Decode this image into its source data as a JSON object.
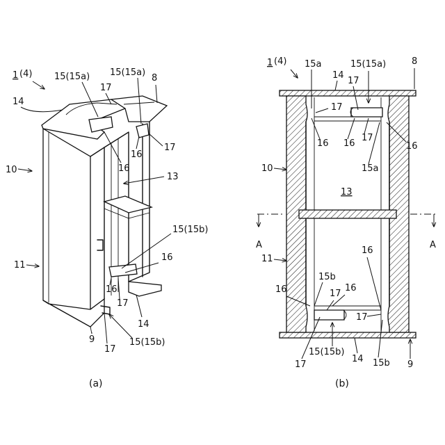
{
  "fig_a": {
    "caption": "(a)",
    "ref_main": "1",
    "ref_main_paren": "(4)",
    "labels": {
      "l15a_left": "15(15a)",
      "l15a_right": "15(15a)",
      "l8": "8",
      "l17_top": "17",
      "l14": "14",
      "l16_a": "16",
      "l17_b": "17",
      "l16_b": "16",
      "l10": "10",
      "l13": "13",
      "l15b": "15(15b)",
      "l16_c": "16",
      "l11": "11",
      "l16_d": "16",
      "l17_c": "17",
      "l14_b": "14",
      "l9": "9",
      "l17_d": "17",
      "l15b_b": "15(15b)"
    }
  },
  "fig_b": {
    "caption": "(b)",
    "ref_main": "1",
    "ref_main_paren": "(4)",
    "labels": {
      "l15a_top": "15a",
      "l15_15a": "15(15a)",
      "l8": "8",
      "l14_top": "14",
      "l17_a": "17",
      "l17_b": "17",
      "l16_a": "16",
      "l16_b": "16",
      "l17_c": "17",
      "l16_c": "16",
      "l15a_mid": "15a",
      "l10": "10",
      "l13": "13",
      "lA_left": "A",
      "lA_right": "A",
      "l11": "11",
      "l16_d": "16",
      "l15b": "15b",
      "l16_e": "16",
      "l17_d": "17",
      "l16_f": "16",
      "l17_e": "17",
      "l17_f": "17",
      "l15_15b": "15(15b)",
      "l14_bot": "14",
      "l15b_bot": "15b",
      "l9": "9"
    }
  }
}
